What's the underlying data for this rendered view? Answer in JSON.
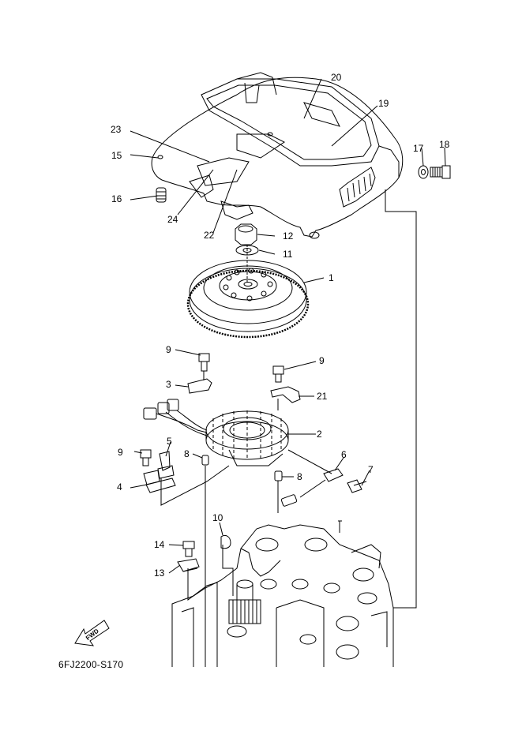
{
  "diagram": {
    "part_numbers": [
      "1",
      "2",
      "3",
      "4",
      "5",
      "6",
      "7",
      "8",
      "9",
      "10",
      "11",
      "12",
      "13",
      "14",
      "15",
      "16",
      "17",
      "18",
      "19",
      "20",
      "21",
      "22",
      "23",
      "24"
    ],
    "direction_label": "FWD",
    "caption": "6FJ2200-S170"
  }
}
